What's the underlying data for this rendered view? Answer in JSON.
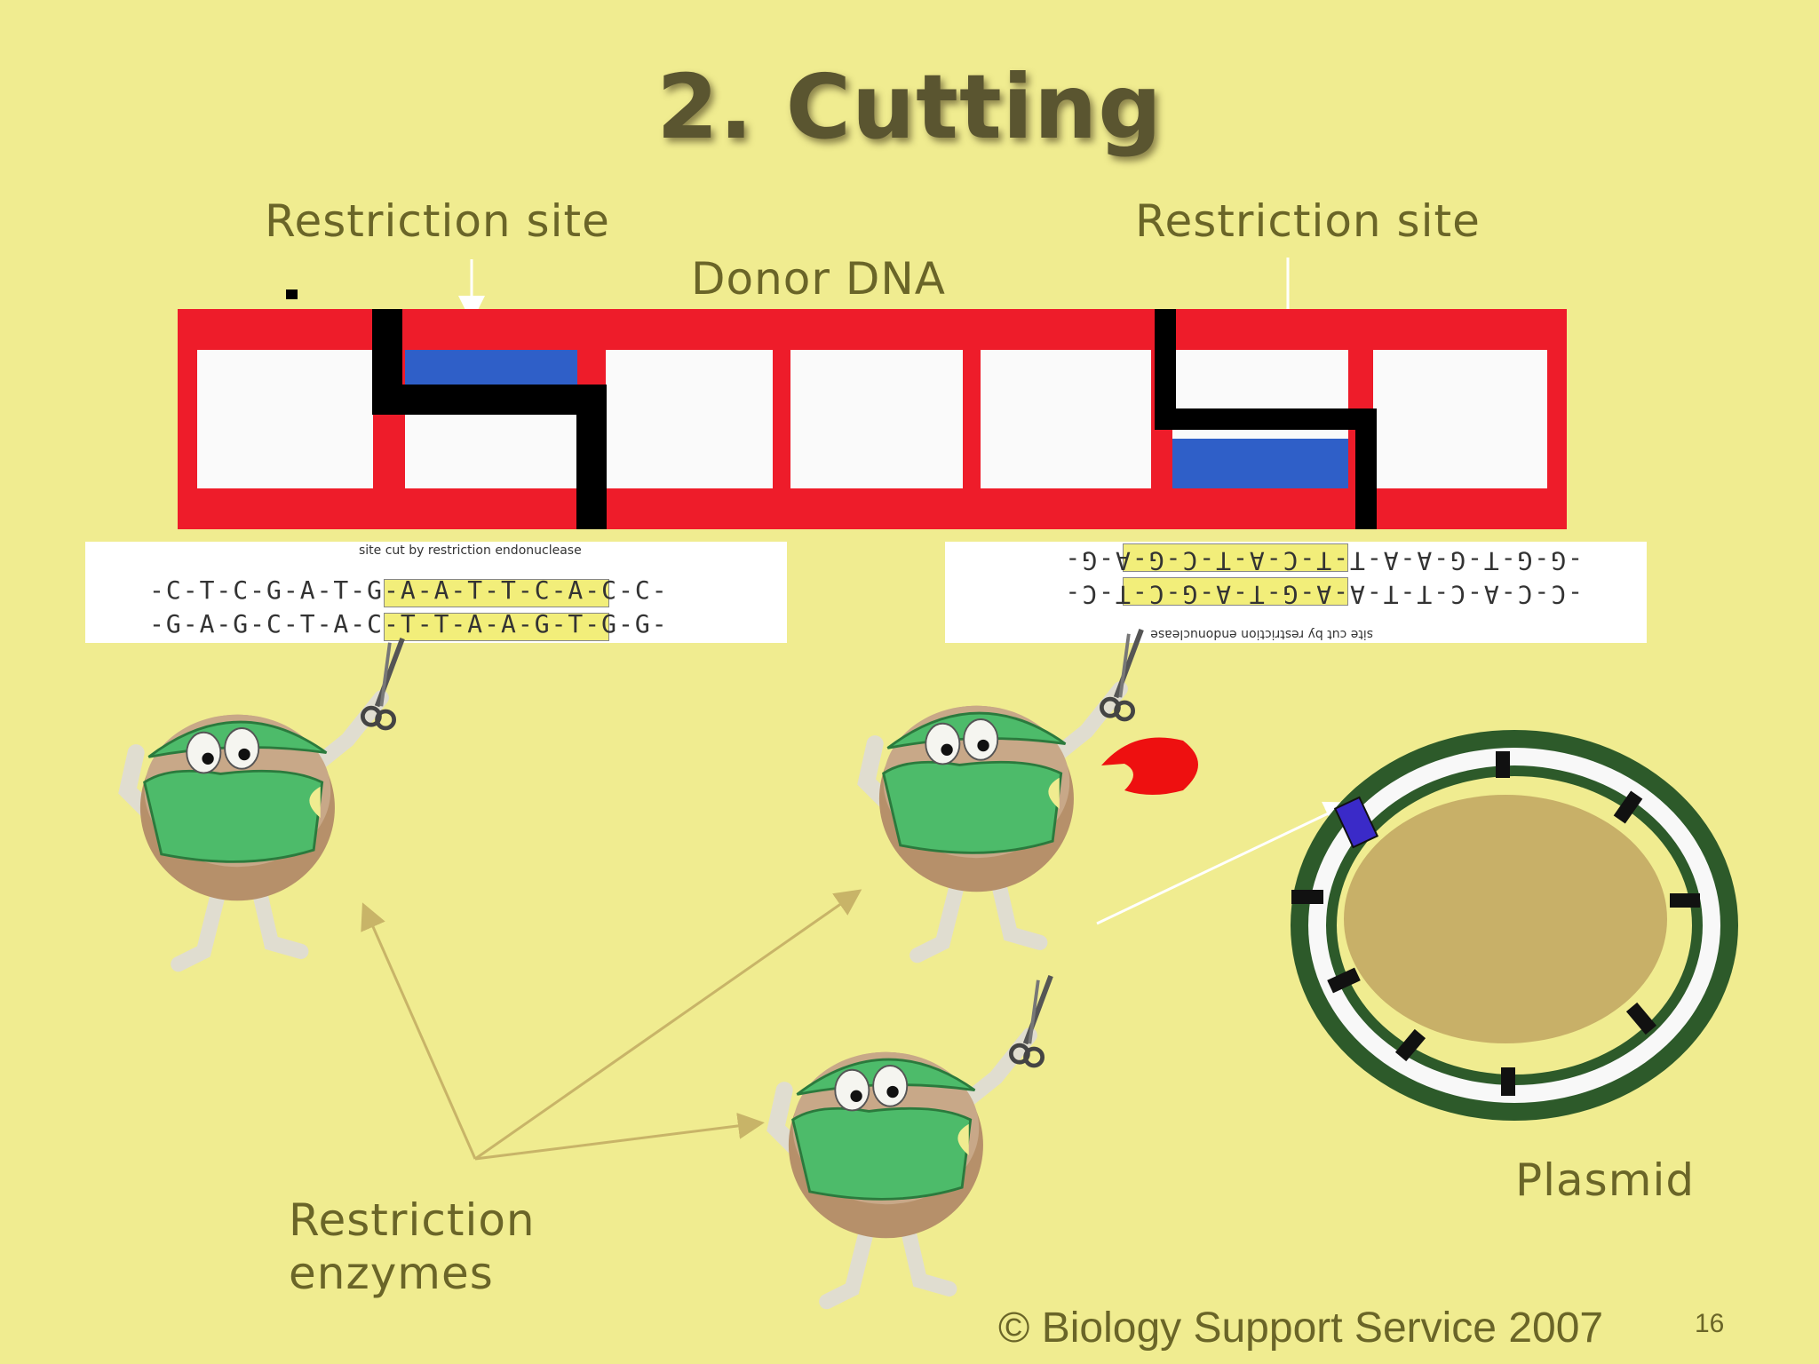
{
  "slide": {
    "title": "2. Cutting",
    "page_number": "16",
    "copyright": "© Biology Support Service 2007"
  },
  "labels": {
    "restriction_site_left": "Restriction site",
    "restriction_site_right": "Restriction site",
    "donor_dna": "Donor DNA",
    "restriction_enzymes_line1": "Restriction",
    "restriction_enzymes_line2": "enzymes",
    "plasmid": "Plasmid"
  },
  "sequence_left": {
    "caption": "site cut by restriction endonuclease",
    "top_strand": "-C-T-C-G-A-T-G-A-A-T-T-C-A-C-C-",
    "bottom_strand": "-G-A-G-C-T-A-C-T-T-A-A-G-T-G-G-"
  },
  "sequence_right": {
    "caption": "site cut by restriction endonuclease",
    "top_strand": "-G-G-T-G-A-A-T-T-C-A-T-C-G-A-G-",
    "bottom_strand": "-C-C-A-C-T-T-A-A-G-T-A-G-C-T-C-"
  },
  "colors": {
    "background": "#f0ec90",
    "dna_backbone": "#ee1c2a",
    "restriction_segment": "#2f5fc8",
    "plasmid_ring": "#2d5a2a",
    "plasmid_fill": "#c8b068",
    "text": "#6a6528"
  }
}
